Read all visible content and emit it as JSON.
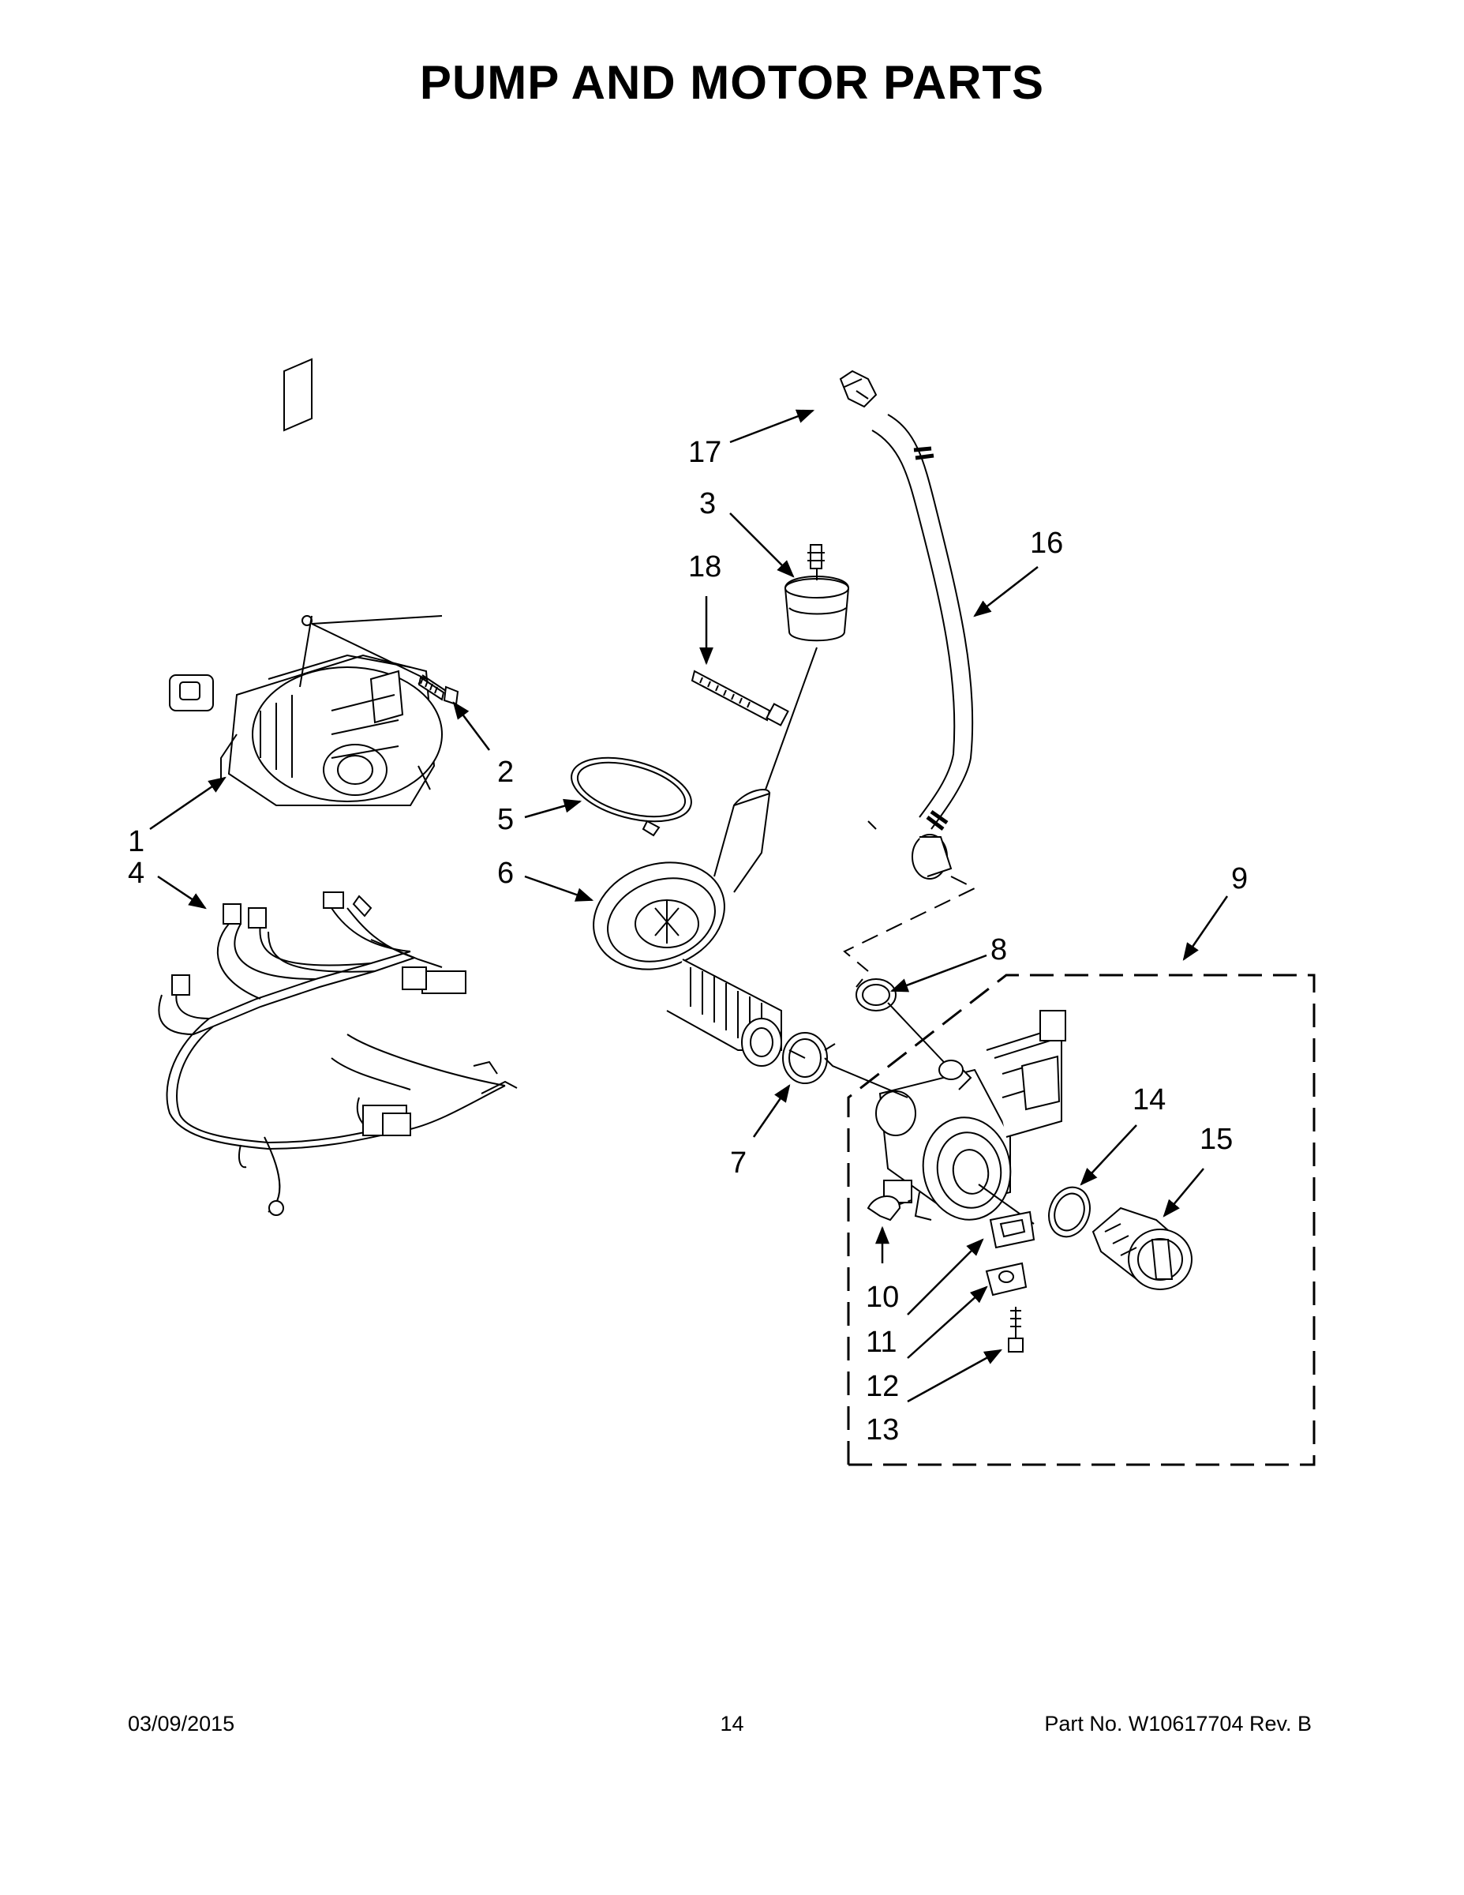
{
  "title": "PUMP AND MOTOR PARTS",
  "callouts": [
    "1",
    "2",
    "3",
    "4",
    "5",
    "6",
    "7",
    "8",
    "9",
    "10",
    "11",
    "12",
    "13",
    "14",
    "15",
    "16",
    "17",
    "18"
  ],
  "footer": {
    "date": "03/09/2015",
    "page": "14",
    "part_no": "Part No.  W10617704  Rev.  B"
  }
}
